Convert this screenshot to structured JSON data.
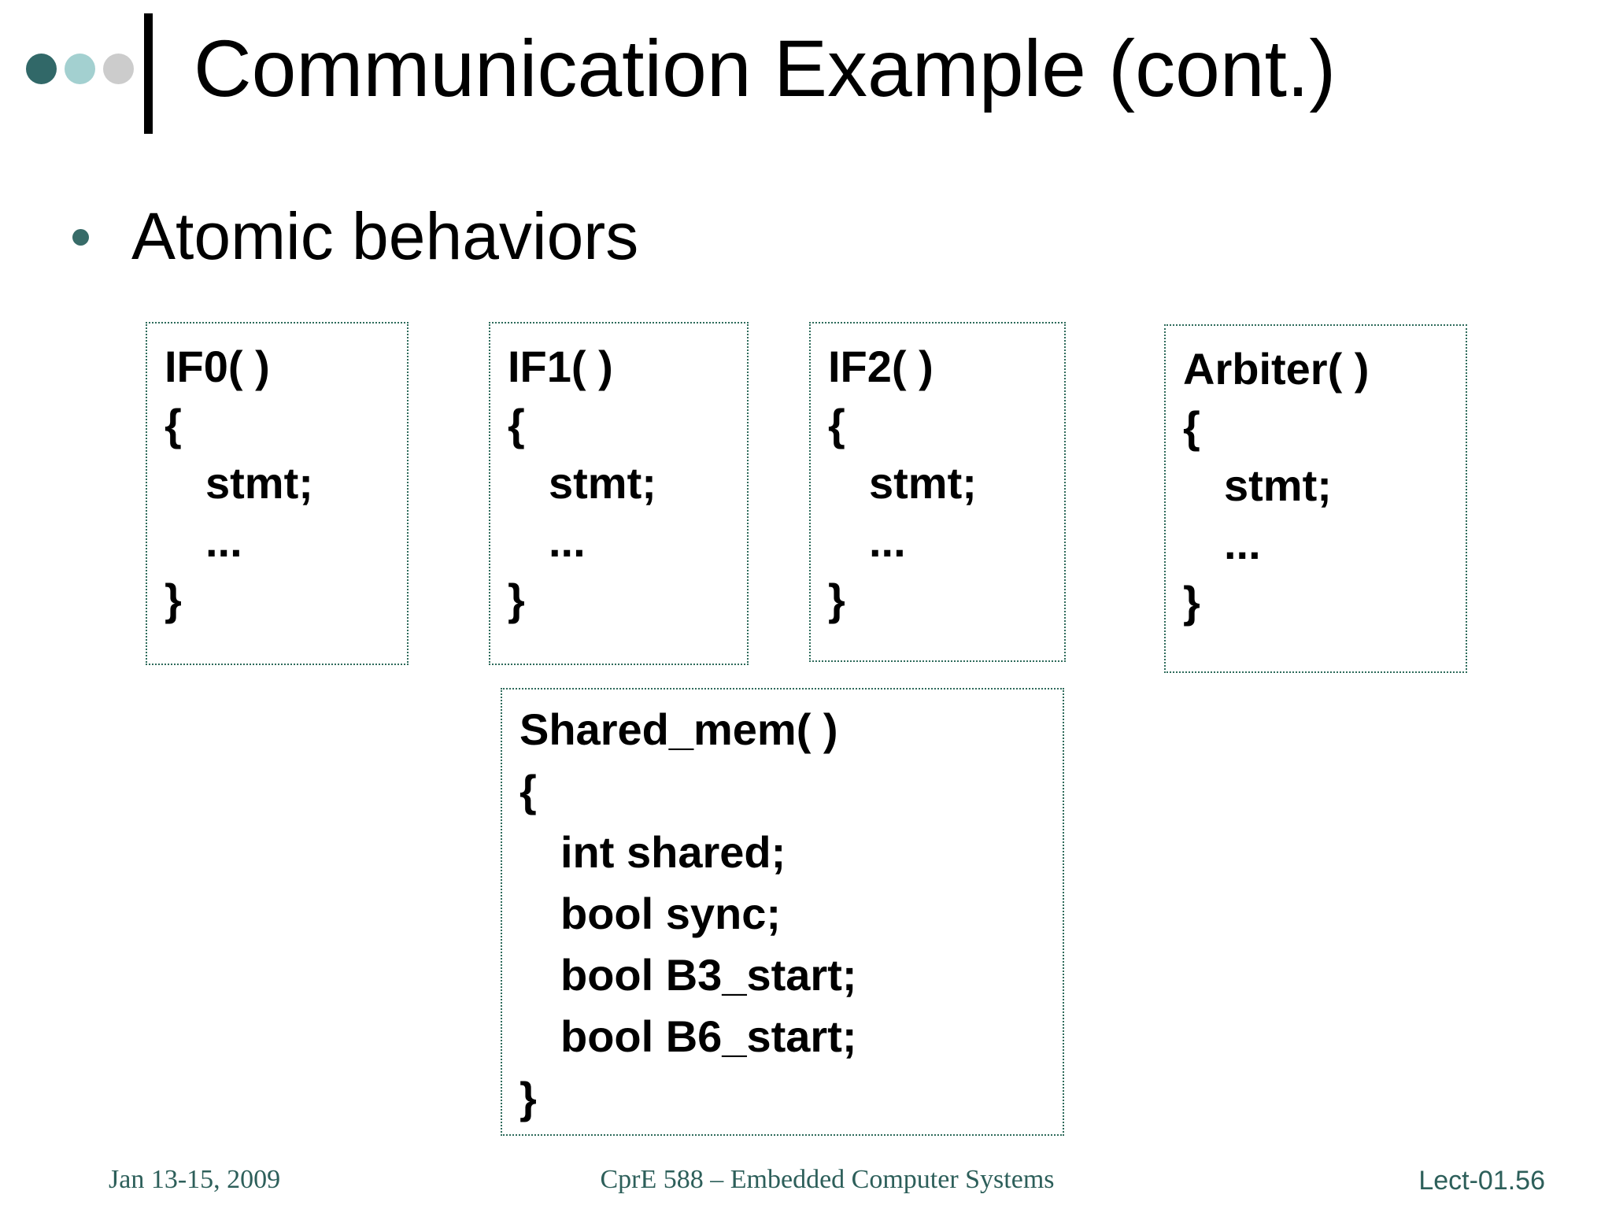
{
  "slide": {
    "title": "Communication Example (cont.)",
    "bullet": "Atomic behaviors",
    "boxes": {
      "if0": {
        "lines": [
          "IF0( )",
          "{",
          "stmt;",
          "...",
          "}"
        ]
      },
      "if1": {
        "lines": [
          "IF1( )",
          "{",
          "stmt;",
          "...",
          "}"
        ]
      },
      "if2": {
        "lines": [
          "IF2( )",
          "{",
          "stmt;",
          "...",
          "}"
        ]
      },
      "arbiter": {
        "lines": [
          "Arbiter( )",
          "{",
          "stmt;",
          "...",
          "}"
        ]
      },
      "shared_mem": {
        "lines": [
          "Shared_mem( )",
          "{",
          "int shared;",
          "bool sync;",
          "bool B3_start;",
          "bool B6_start;",
          "}"
        ]
      }
    },
    "footer": {
      "date": "Jan 13-15, 2009",
      "course": "CprE 588 – Embedded Computer Systems",
      "lecture": "Lect-01.56"
    },
    "colors": {
      "accent_dark_teal": "#316868",
      "accent_light_teal": "#A3D0D0",
      "accent_gray": "#CCCCCC",
      "bullet_teal": "#376B68",
      "box_border_teal": "#2E6B5B",
      "footer_teal": "#2D5F5A",
      "title_black": "#000000"
    }
  }
}
